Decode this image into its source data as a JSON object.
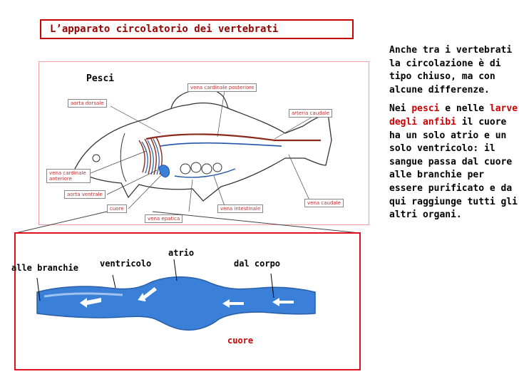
{
  "slide": {
    "title": "L’apparato circolatorio dei vertebrati"
  },
  "side": {
    "p1": "Anche tra i vertebrati la circolazione è di tipo chiuso, ma con alcune differenze.",
    "p2_a": "Nei ",
    "p2_pesci": "pesci",
    "p2_b": " e nelle ",
    "p2_larve": "larve degli anfibi",
    "p2_c": " il cuore ha un solo atrio e un solo ventricolo: il sangue passa dal cuore alle branchie per essere purificato e da qui raggiunge tutti gli altri organi."
  },
  "fish_diagram": {
    "heading": "Pesci",
    "labels": {
      "aorta_dorsale": "aorta dorsale",
      "vena_cardinale_posteriore": "vena cardinale posteriore",
      "arteria_caudale": "arteria caudale",
      "vena_cardinale_anteriore": "vena cardinale anteriore",
      "aorta_ventrale": "aorta ventrale",
      "cuore": "cuore",
      "vena_epatica": "vena epatica",
      "vena_intestinale": "vena intestinale",
      "vena_caudale": "vena caudale"
    }
  },
  "heart_diagram": {
    "atrio": "atrio",
    "ventricolo": "ventricolo",
    "alle_branchie": "alle branchie",
    "dal_corpo": "dal corpo",
    "cuore": "cuore"
  },
  "colors": {
    "title_border": "#cc0000",
    "title_text": "#990000",
    "highlight": "#cc0000",
    "heart_blue": "#3a7fd8",
    "heart_box_border": "#e01020"
  }
}
